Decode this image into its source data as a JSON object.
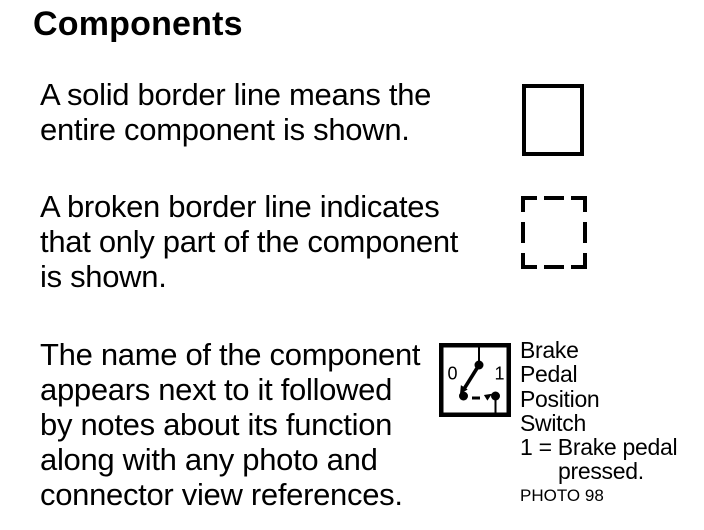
{
  "title": "Components",
  "paragraphs": [
    {
      "id": "solid-border",
      "lines": [
        "A solid border line means the",
        "entire component is shown."
      ]
    },
    {
      "id": "broken-border",
      "lines": [
        "A broken border line indicates",
        "that only part of the component",
        "is shown."
      ]
    },
    {
      "id": "component-name",
      "lines": [
        "The name of the component",
        "appears next to it followed",
        "by notes about its function",
        "along with any photo and",
        "connector view references."
      ]
    }
  ],
  "symbols": {
    "solid_box": "solid-border-rectangle",
    "dashed_box": "broken-border-rectangle",
    "switch": "brake-pedal-position-switch-symbol"
  },
  "switch_symbol": {
    "off_label": "0",
    "on_label": "1"
  },
  "component_example": {
    "name_lines": [
      "Brake",
      "Pedal",
      "Position",
      "Switch"
    ],
    "note_line_1": "1 = Brake pedal",
    "note_line_2": "pressed.",
    "photo_reference": "PHOTO 98"
  },
  "colors": {
    "background": "#ffffff",
    "ink": "#000000"
  }
}
